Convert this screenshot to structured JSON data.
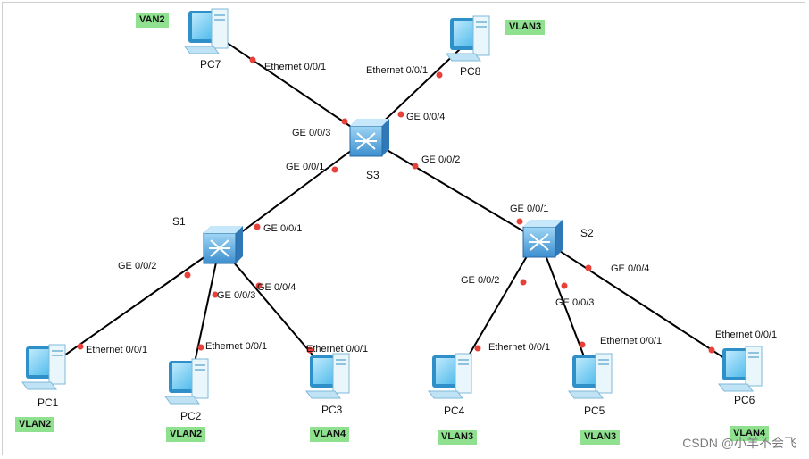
{
  "devices": {
    "S1": "S1",
    "S2": "S2",
    "S3": "S3",
    "PC1": "PC1",
    "PC2": "PC2",
    "PC3": "PC3",
    "PC4": "PC4",
    "PC5": "PC5",
    "PC6": "PC6",
    "PC7": "PC7",
    "PC8": "PC8"
  },
  "vlan_tags": {
    "PC7": "VAN2",
    "PC8": "VLAN3",
    "PC1": "VLAN2",
    "PC2": "VLAN2",
    "PC3": "VLAN4",
    "PC4": "VLAN3",
    "PC5": "VLAN3",
    "PC6": "VLAN4"
  },
  "ports": {
    "pc7_eth": "Ethernet 0/0/1",
    "s3_ge003": "GE 0/0/3",
    "pc8_eth": "Ethernet 0/0/1",
    "s3_ge004": "GE 0/0/4",
    "s3_ge001": "GE 0/0/1",
    "s3_ge002": "GE 0/0/2",
    "s1_ge001": "GE 0/0/1",
    "s1_ge002": "GE 0/0/2",
    "s1_ge003": "GE 0/0/3",
    "s1_ge004": "GE 0/0/4",
    "pc1_eth": "Ethernet 0/0/1",
    "pc2_eth": "Ethernet 0/0/1",
    "pc3_eth": "Ethernet 0/0/1",
    "s2_ge001": "GE 0/0/1",
    "s2_ge002": "GE 0/0/2",
    "s2_ge003": "GE 0/0/3",
    "s2_ge004": "GE 0/0/4",
    "pc4_eth": "Ethernet 0/0/1",
    "pc5_eth": "Ethernet 0/0/1",
    "pc6_eth": "Ethernet 0/0/1"
  },
  "watermark": "CSDN @小羊不会飞",
  "colors": {
    "link": "#000000",
    "port_dot": "#e8413a",
    "vlan_bg": "#8fe08f",
    "pc_screen": "#5fc6ef"
  }
}
